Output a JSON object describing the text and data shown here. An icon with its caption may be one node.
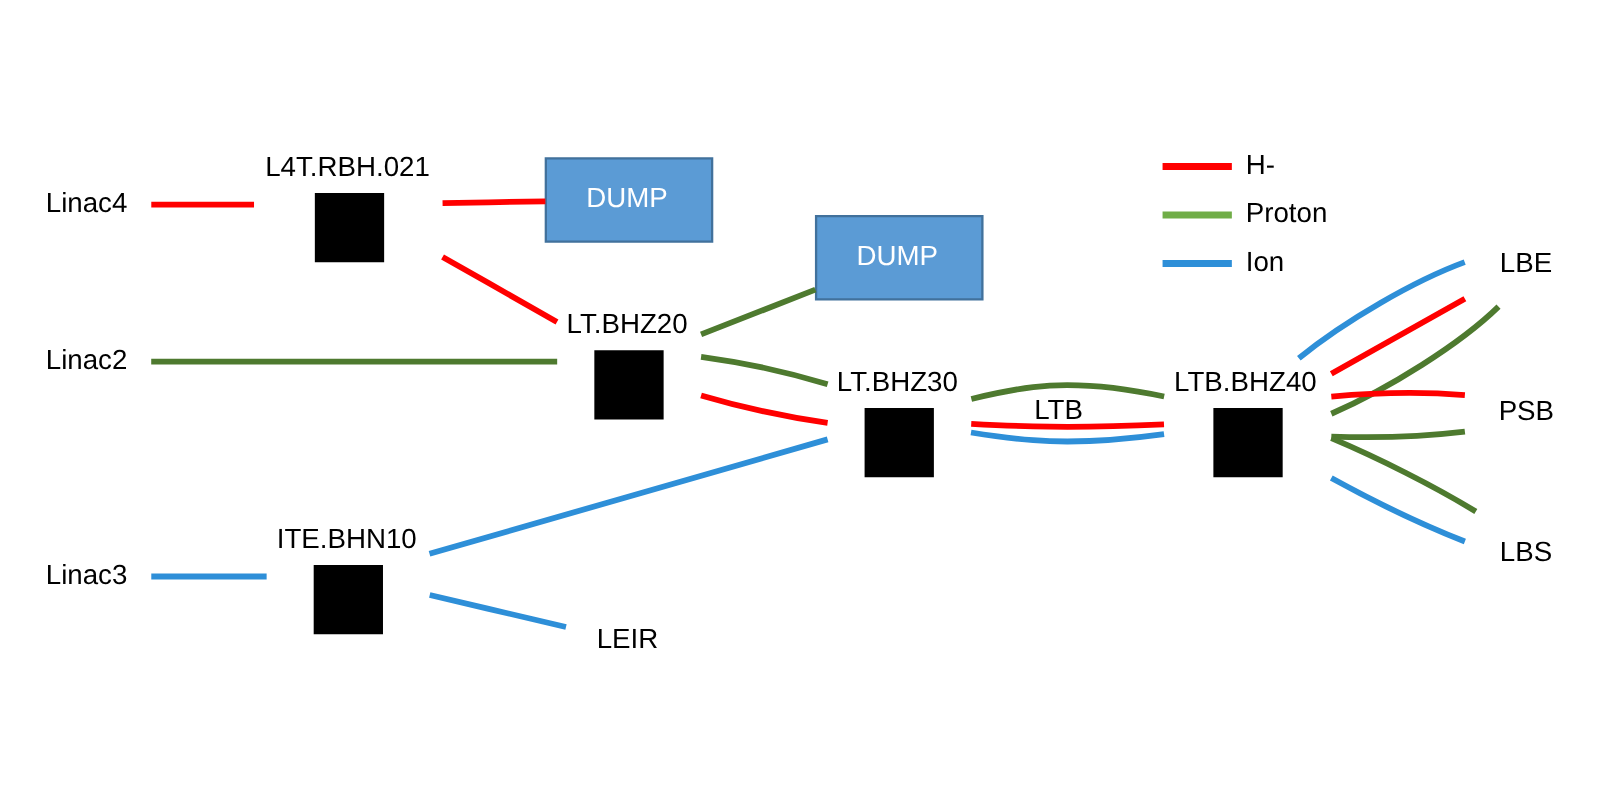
{
  "diagram": {
    "nodes": [
      {
        "text": [
          "Linac4"
        ]
      },
      {
        "text": [
          "L4T.RBH.021"
        ]
      },
      {
        "text": [
          "DUMP"
        ]
      },
      {
        "text": [
          "Linac2"
        ]
      },
      {
        "text": [
          "LT.BHZ20"
        ]
      },
      {
        "text": [
          "DUMP"
        ]
      },
      {
        "text": [
          "Linac3"
        ]
      },
      {
        "text": [
          "ITE.BHN10"
        ]
      },
      {
        "text": [
          "LT.BHZ30"
        ]
      },
      {
        "text": [
          "LTB.BHZ40"
        ]
      },
      {
        "text": [
          "LEIR"
        ]
      },
      {
        "text": [
          "LBE"
        ]
      },
      {
        "text": [
          "PSB"
        ]
      },
      {
        "text": [
          "LBS"
        ]
      }
    ],
    "edges": [
      {
        "from": 0,
        "to": 1,
        "arrow": "none",
        "color": "#ff0000"
      },
      {
        "from": 1,
        "to": 2,
        "arrow": "none",
        "color": "#ff0000"
      },
      {
        "from": 1,
        "to": 4,
        "arrow": "none",
        "color": "#ff0000"
      },
      {
        "from": 3,
        "to": 4,
        "arrow": "none",
        "color": "#4e7a2f"
      },
      {
        "from": 4,
        "to": 5,
        "arrow": "none",
        "color": "#4e7a2f"
      },
      {
        "from": 4,
        "to": 8,
        "arrow": "none",
        "color": "#ff0000"
      },
      {
        "from": 4,
        "to": 8,
        "arrow": "none",
        "color": "#4e7a2f"
      },
      {
        "from": 6,
        "to": 7,
        "arrow": "none",
        "color": "#2e8fd8"
      },
      {
        "from": 7,
        "to": 8,
        "arrow": "none",
        "color": "#2e8fd8"
      },
      {
        "from": 7,
        "to": 10,
        "arrow": "none",
        "color": "#2e8fd8"
      },
      {
        "from": 8,
        "to": 9,
        "arrow": "none",
        "color": "#4e7a2f"
      },
      {
        "from": 8,
        "to": 9,
        "arrow": "none",
        "color": "#ff0000",
        "label": "LTB"
      },
      {
        "from": 8,
        "to": 9,
        "arrow": "none",
        "color": "#2e8fd8"
      },
      {
        "from": 9,
        "to": 11,
        "arrow": "none",
        "color": "#4e7a2f"
      },
      {
        "from": 9,
        "to": 11,
        "arrow": "none",
        "color": "#ff0000"
      },
      {
        "from": 9,
        "to": 11,
        "arrow": "none",
        "color": "#2e8fd8"
      },
      {
        "from": 9,
        "to": 12,
        "arrow": "none",
        "color": "#4e7a2f"
      },
      {
        "from": 9,
        "to": 12,
        "arrow": "none",
        "color": "#ff0000"
      },
      {
        "from": 9,
        "to": 13,
        "arrow": "none",
        "color": "#2e8fd8"
      },
      {
        "from": 9,
        "to": 13,
        "arrow": "none",
        "color": "#4e7a2f"
      }
    ],
    "legend": [
      {
        "text": "H-",
        "color": "#ff0000"
      },
      {
        "text": "Proton",
        "color": "#70ad47"
      },
      {
        "text": "Ion",
        "color": "#2e8fd8"
      }
    ]
  }
}
